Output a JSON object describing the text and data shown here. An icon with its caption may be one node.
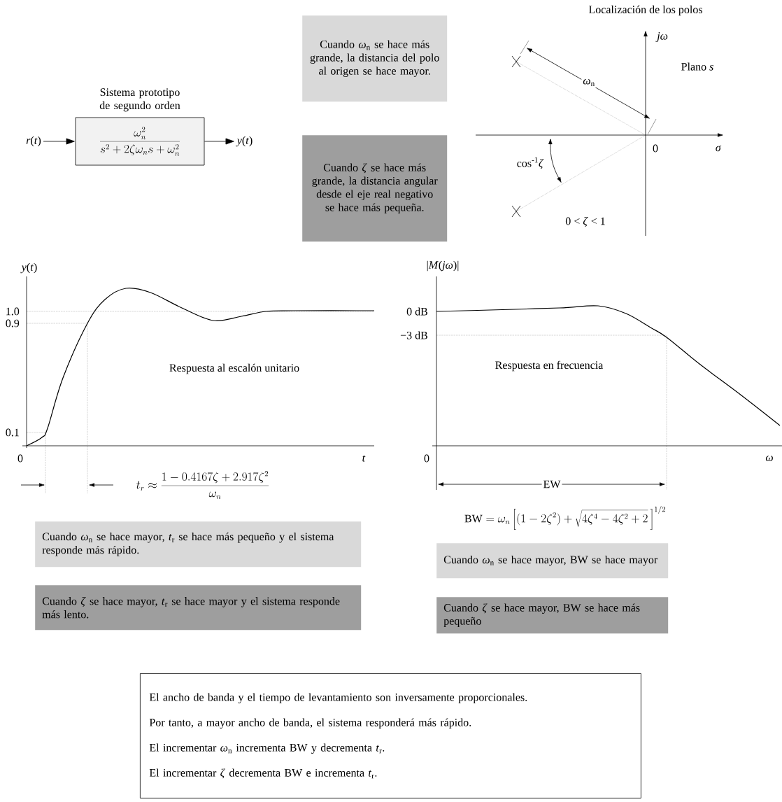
{
  "diagram": {
    "nodes": [
      {
        "text": [
          "*r*(*t*)"
        ]
      },
      {
        "text": [
          "Sistema prototipo de segundo orden",
          "\\frac{\\omega_n^2}{s^2+2\\zeta\\omega_n s+\\omega_n^2}"
        ]
      },
      {
        "text": [
          "*y*(*t*)"
        ]
      },
      {
        "text": [
          "Cuando *ω*$_{n}$ se hace más grande, la distancia del polo al origen se hace mayor."
        ]
      },
      {
        "text": [
          "Cuando *ζ* se hace más grande, la distancia angular desde el eje real negativo se hace más pequeña."
        ]
      },
      {
        "text": [
          "Cuando *ω*$_{n}$ se hace mayor, *t*$_{r}$ se hace más pequeño y el sistema responde más rápido."
        ]
      },
      {
        "text": [
          "Cuando *ζ* se hace mayor, *t*$_{r}$ se hace mayor y el sistema responde más lento."
        ]
      },
      {
        "text": [
          "Cuando *ω*$_{n}$ se hace mayor, BW se hace mayor"
        ]
      },
      {
        "text": [
          "Cuando *ζ* se hace mayor, BW se hace más pequeño"
        ]
      },
      {
        "text": [
          "El ancho de banda y el tiempo de levantamiento son inversamente proporcionales.",
          "Por tanto, a mayor ancho de banda, el sistema responderá más rápido.",
          "El incrementar *ω*$_{n}$ incrementa BW y decrementa *t*$_{r}$.",
          "El incrementar *ζ* decrementa BW e incrementa *t*$_{r}$."
        ]
      }
    ],
    "edges": [
      {
        "from": 0,
        "to": 1,
        "arrow": "to"
      },
      {
        "from": 1,
        "to": 2,
        "arrow": "to"
      }
    ],
    "labels": [
      "Localización de los polos",
      "*jω*",
      "Plano *s*",
      "*ω*$_{n}$",
      "0",
      "*σ*",
      "cos$^{-1}$*ζ*",
      "0 < *ζ* < 1",
      "*y*(*t*)",
      "1.0",
      "0.9",
      "0.1",
      "0",
      "*t*",
      "Respuesta al escalón unitario",
      "t_r \\approx \\frac{1-0.4167\\zeta+2.917\\zeta^2}{\\omega_n}",
      "|*M*(*jω*)|",
      "0 dB",
      "−3 dB",
      "0",
      "*ω*",
      "Respuesta en frecuencia",
      "EW",
      "\\mathrm{BW}=\\omega_n\\left[(1-2\\zeta^2)+\\sqrt{4\\zeta^4-4\\zeta^2+2}\\,\\right]^{1/2}"
    ]
  }
}
